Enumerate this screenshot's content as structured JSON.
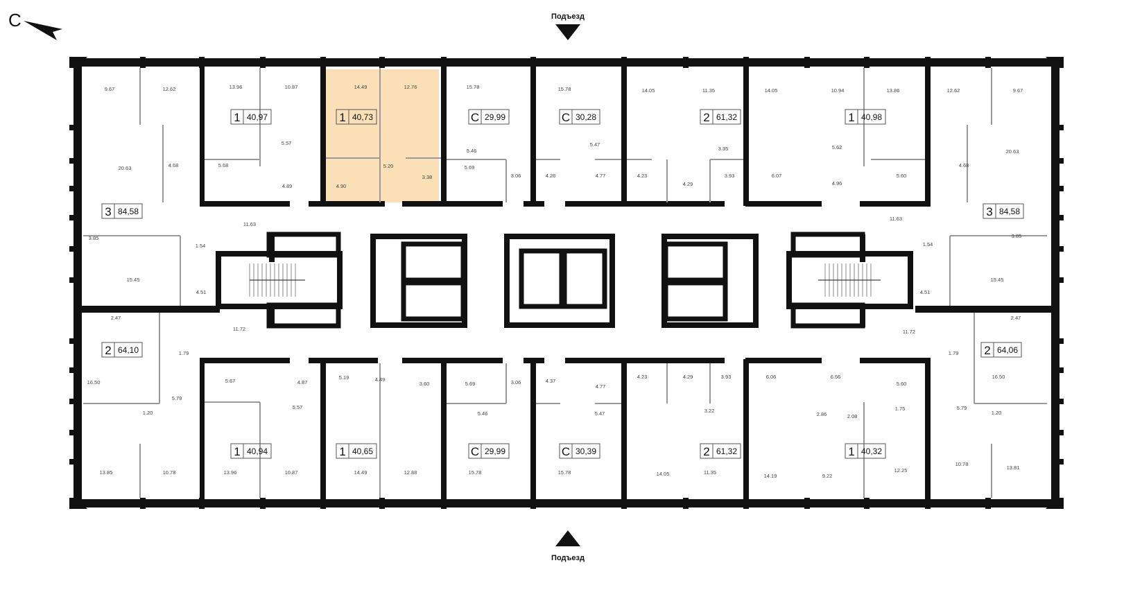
{
  "north_label": "С",
  "entrance_label": "Подъезд",
  "highlight_color": "#fbdfb6",
  "apartments": [
    {
      "id": "a1",
      "type": "3",
      "area": "84,58"
    },
    {
      "id": "a2",
      "type": "1",
      "area": "40,97"
    },
    {
      "id": "a3",
      "type": "1",
      "area": "40,73",
      "highlighted": true
    },
    {
      "id": "a4",
      "type": "С",
      "area": "29,99"
    },
    {
      "id": "a5",
      "type": "С",
      "area": "30,28"
    },
    {
      "id": "a6",
      "type": "2",
      "area": "61,32"
    },
    {
      "id": "a7",
      "type": "1",
      "area": "40,98"
    },
    {
      "id": "a8",
      "type": "3",
      "area": "84,58"
    },
    {
      "id": "a9",
      "type": "2",
      "area": "64,10"
    },
    {
      "id": "a10",
      "type": "2",
      "area": "64,06"
    },
    {
      "id": "a11",
      "type": "1",
      "area": "40,94"
    },
    {
      "id": "a12",
      "type": "1",
      "area": "40,65"
    },
    {
      "id": "a13",
      "type": "С",
      "area": "29,99"
    },
    {
      "id": "a14",
      "type": "С",
      "area": "30,39"
    },
    {
      "id": "a15",
      "type": "2",
      "area": "61,32"
    },
    {
      "id": "a16",
      "type": "1",
      "area": "40,32"
    }
  ],
  "room_areas": [
    "9.67",
    "12.62",
    "13.96",
    "10.87",
    "14.49",
    "12.76",
    "15.78",
    "15.78",
    "14.05",
    "11.35",
    "14.05",
    "10.94",
    "13.86",
    "12.62",
    "9.67",
    "5.57",
    "5.46",
    "5.47",
    "3.35",
    "5.62",
    "20.63",
    "4.68",
    "5.68",
    "4.89",
    "4.90",
    "5.20",
    "3.38",
    "5.69",
    "3.06",
    "4.26",
    "4.77",
    "4.23",
    "4.29",
    "3.93",
    "6.07",
    "4.96",
    "5.60",
    "4.68",
    "20.63",
    "11.63",
    "11.63",
    "3.85",
    "1.54",
    "1.54",
    "3.85",
    "15.45",
    "4.51",
    "4.51",
    "15.45",
    "2.47",
    "11.72",
    "11.72",
    "2.47",
    "1.79",
    "1.79",
    "16.50",
    "5.67",
    "4.87",
    "5.19",
    "4.49",
    "3.60",
    "5.69",
    "3.06",
    "4.37",
    "4.77",
    "4.23",
    "4.29",
    "3.93",
    "6.06",
    "6.56",
    "5.60",
    "16.50",
    "5.79",
    "1.20",
    "5.57",
    "5.46",
    "5.47",
    "3.22",
    "2.86",
    "2.08",
    "1.75",
    "5.79",
    "1.20",
    "13.85",
    "10.78",
    "13.96",
    "10.87",
    "14.49",
    "12.88",
    "15.78",
    "15.78",
    "14.05",
    "11.35",
    "14.19",
    "9.22",
    "12.25",
    "10.78",
    "13.81"
  ]
}
